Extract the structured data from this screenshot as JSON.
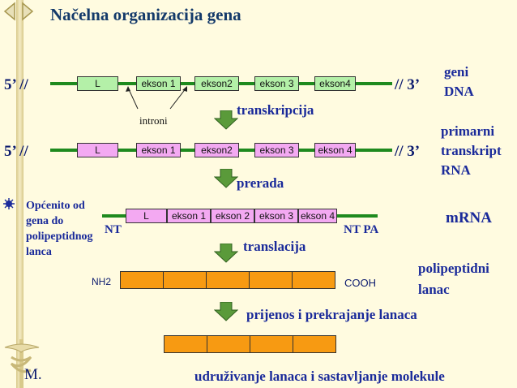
{
  "title": "Načelna organizacija gena",
  "rows": {
    "geni": {
      "left": "5’ //",
      "right": "// 3’",
      "boxes": [
        "L",
        "ekson 1",
        "ekson2",
        "ekson 3",
        "ekson4"
      ],
      "side": [
        "geni",
        "DNA"
      ]
    },
    "primarni": {
      "left": "5’ //",
      "right": "// 3’",
      "boxes": [
        "L",
        "ekson 1",
        "ekson2",
        "ekson 3",
        "ekson 4"
      ],
      "side": [
        "primarni",
        "transkript",
        "RNA"
      ]
    },
    "mrna": {
      "boxes": [
        "L",
        "ekson 1",
        "ekson 2",
        "ekson 3",
        "ekson 4"
      ],
      "left_end": "NT",
      "right_end": "NT  PA",
      "side": "mRNA"
    }
  },
  "introni_label": "introni",
  "steps": {
    "transkripcija": "transkripcija",
    "prerada": "prerada",
    "translacija": "translacija",
    "prijenos": "prijenos i prekrajanje lanaca",
    "udruzivanje": "udruživanje lanaca i sastavljanje molekule"
  },
  "polypeptide": {
    "nh2": "NH2",
    "cooh": "COOH",
    "side": [
      "polipeptidni",
      "lanac"
    ]
  },
  "bullet_text": [
    "Općenito od",
    "gena do",
    "polipeptidnog",
    "lanca"
  ],
  "author": "M.",
  "colors": {
    "exon": "#b4f0a8",
    "mrna_exon": "#f3a9f2",
    "chain": "#f79a12",
    "strand": "#1e8a1e",
    "arrow": "#4a8a2a"
  }
}
